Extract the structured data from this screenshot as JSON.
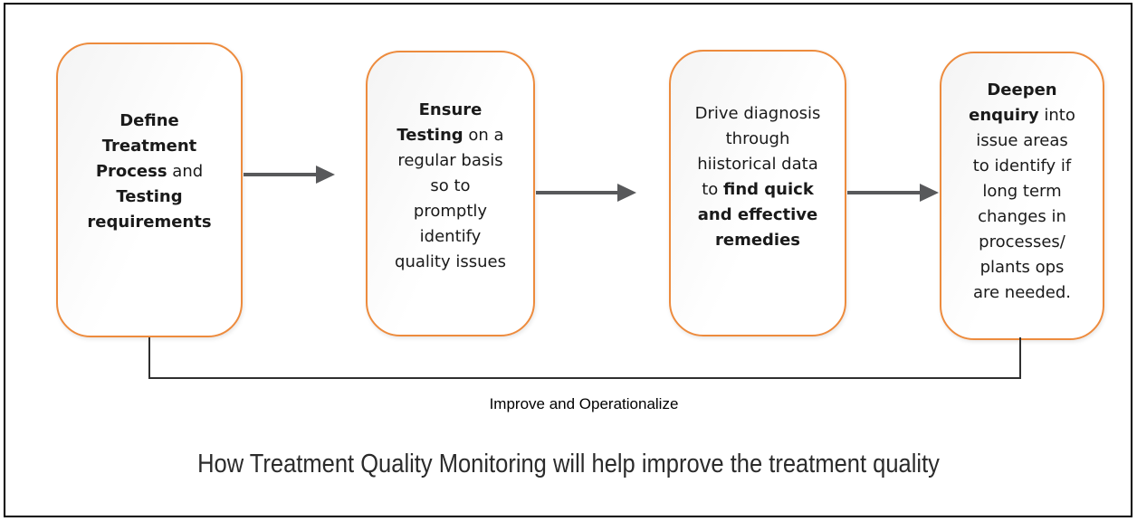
{
  "steps": [
    {
      "name": "define-treatment-process",
      "lines": [
        [
          {
            "t": "Define",
            "b": 1
          }
        ],
        [
          {
            "t": "Treatment",
            "b": 1
          }
        ],
        [
          {
            "t": "Process",
            "b": 1
          },
          {
            "t": " and",
            "b": 0
          }
        ],
        [
          {
            "t": "Testing",
            "b": 1
          }
        ],
        [
          {
            "t": "requirements",
            "b": 1
          }
        ]
      ]
    },
    {
      "name": "ensure-testing",
      "lines": [
        [
          {
            "t": "Ensure",
            "b": 1
          }
        ],
        [
          {
            "t": "Testing",
            "b": 1
          },
          {
            "t": " on a",
            "b": 0
          }
        ],
        [
          {
            "t": "regular basis",
            "b": 0
          }
        ],
        [
          {
            "t": "so to",
            "b": 0
          }
        ],
        [
          {
            "t": "promptly",
            "b": 0
          }
        ],
        [
          {
            "t": "identify",
            "b": 0
          }
        ],
        [
          {
            "t": "quality issues",
            "b": 0
          }
        ]
      ]
    },
    {
      "name": "drive-diagnosis",
      "lines": [
        [
          {
            "t": "Drive diagnosis",
            "b": 0
          }
        ],
        [
          {
            "t": "through",
            "b": 0
          }
        ],
        [
          {
            "t": "hiistorical data",
            "b": 0
          }
        ],
        [
          {
            "t": "to ",
            "b": 0
          },
          {
            "t": "find quick",
            "b": 1
          }
        ],
        [
          {
            "t": "and effective",
            "b": 1
          }
        ],
        [
          {
            "t": "remedies",
            "b": 1
          }
        ]
      ]
    },
    {
      "name": "deepen-enquiry",
      "lines": [
        [
          {
            "t": "Deepen",
            "b": 1
          }
        ],
        [
          {
            "t": "enquiry",
            "b": 1
          },
          {
            "t": " into",
            "b": 0
          }
        ],
        [
          {
            "t": "issue areas",
            "b": 0
          }
        ],
        [
          {
            "t": "to identify if",
            "b": 0
          }
        ],
        [
          {
            "t": "long term",
            "b": 0
          }
        ],
        [
          {
            "t": "changes in",
            "b": 0
          }
        ],
        [
          {
            "t": "processes/",
            "b": 0
          }
        ],
        [
          {
            "t": "plants ops",
            "b": 0
          }
        ],
        [
          {
            "t": "are needed.",
            "b": 0
          }
        ]
      ]
    }
  ],
  "loop_label": "Improve and Operationalize",
  "caption": "How Treatment Quality Monitoring will help improve the treatment quality",
  "colors": {
    "box_border": "#ED8B3D",
    "arrow": "#58595B",
    "loop_line": "#2F2F2F",
    "text": "#1A1A1A"
  }
}
